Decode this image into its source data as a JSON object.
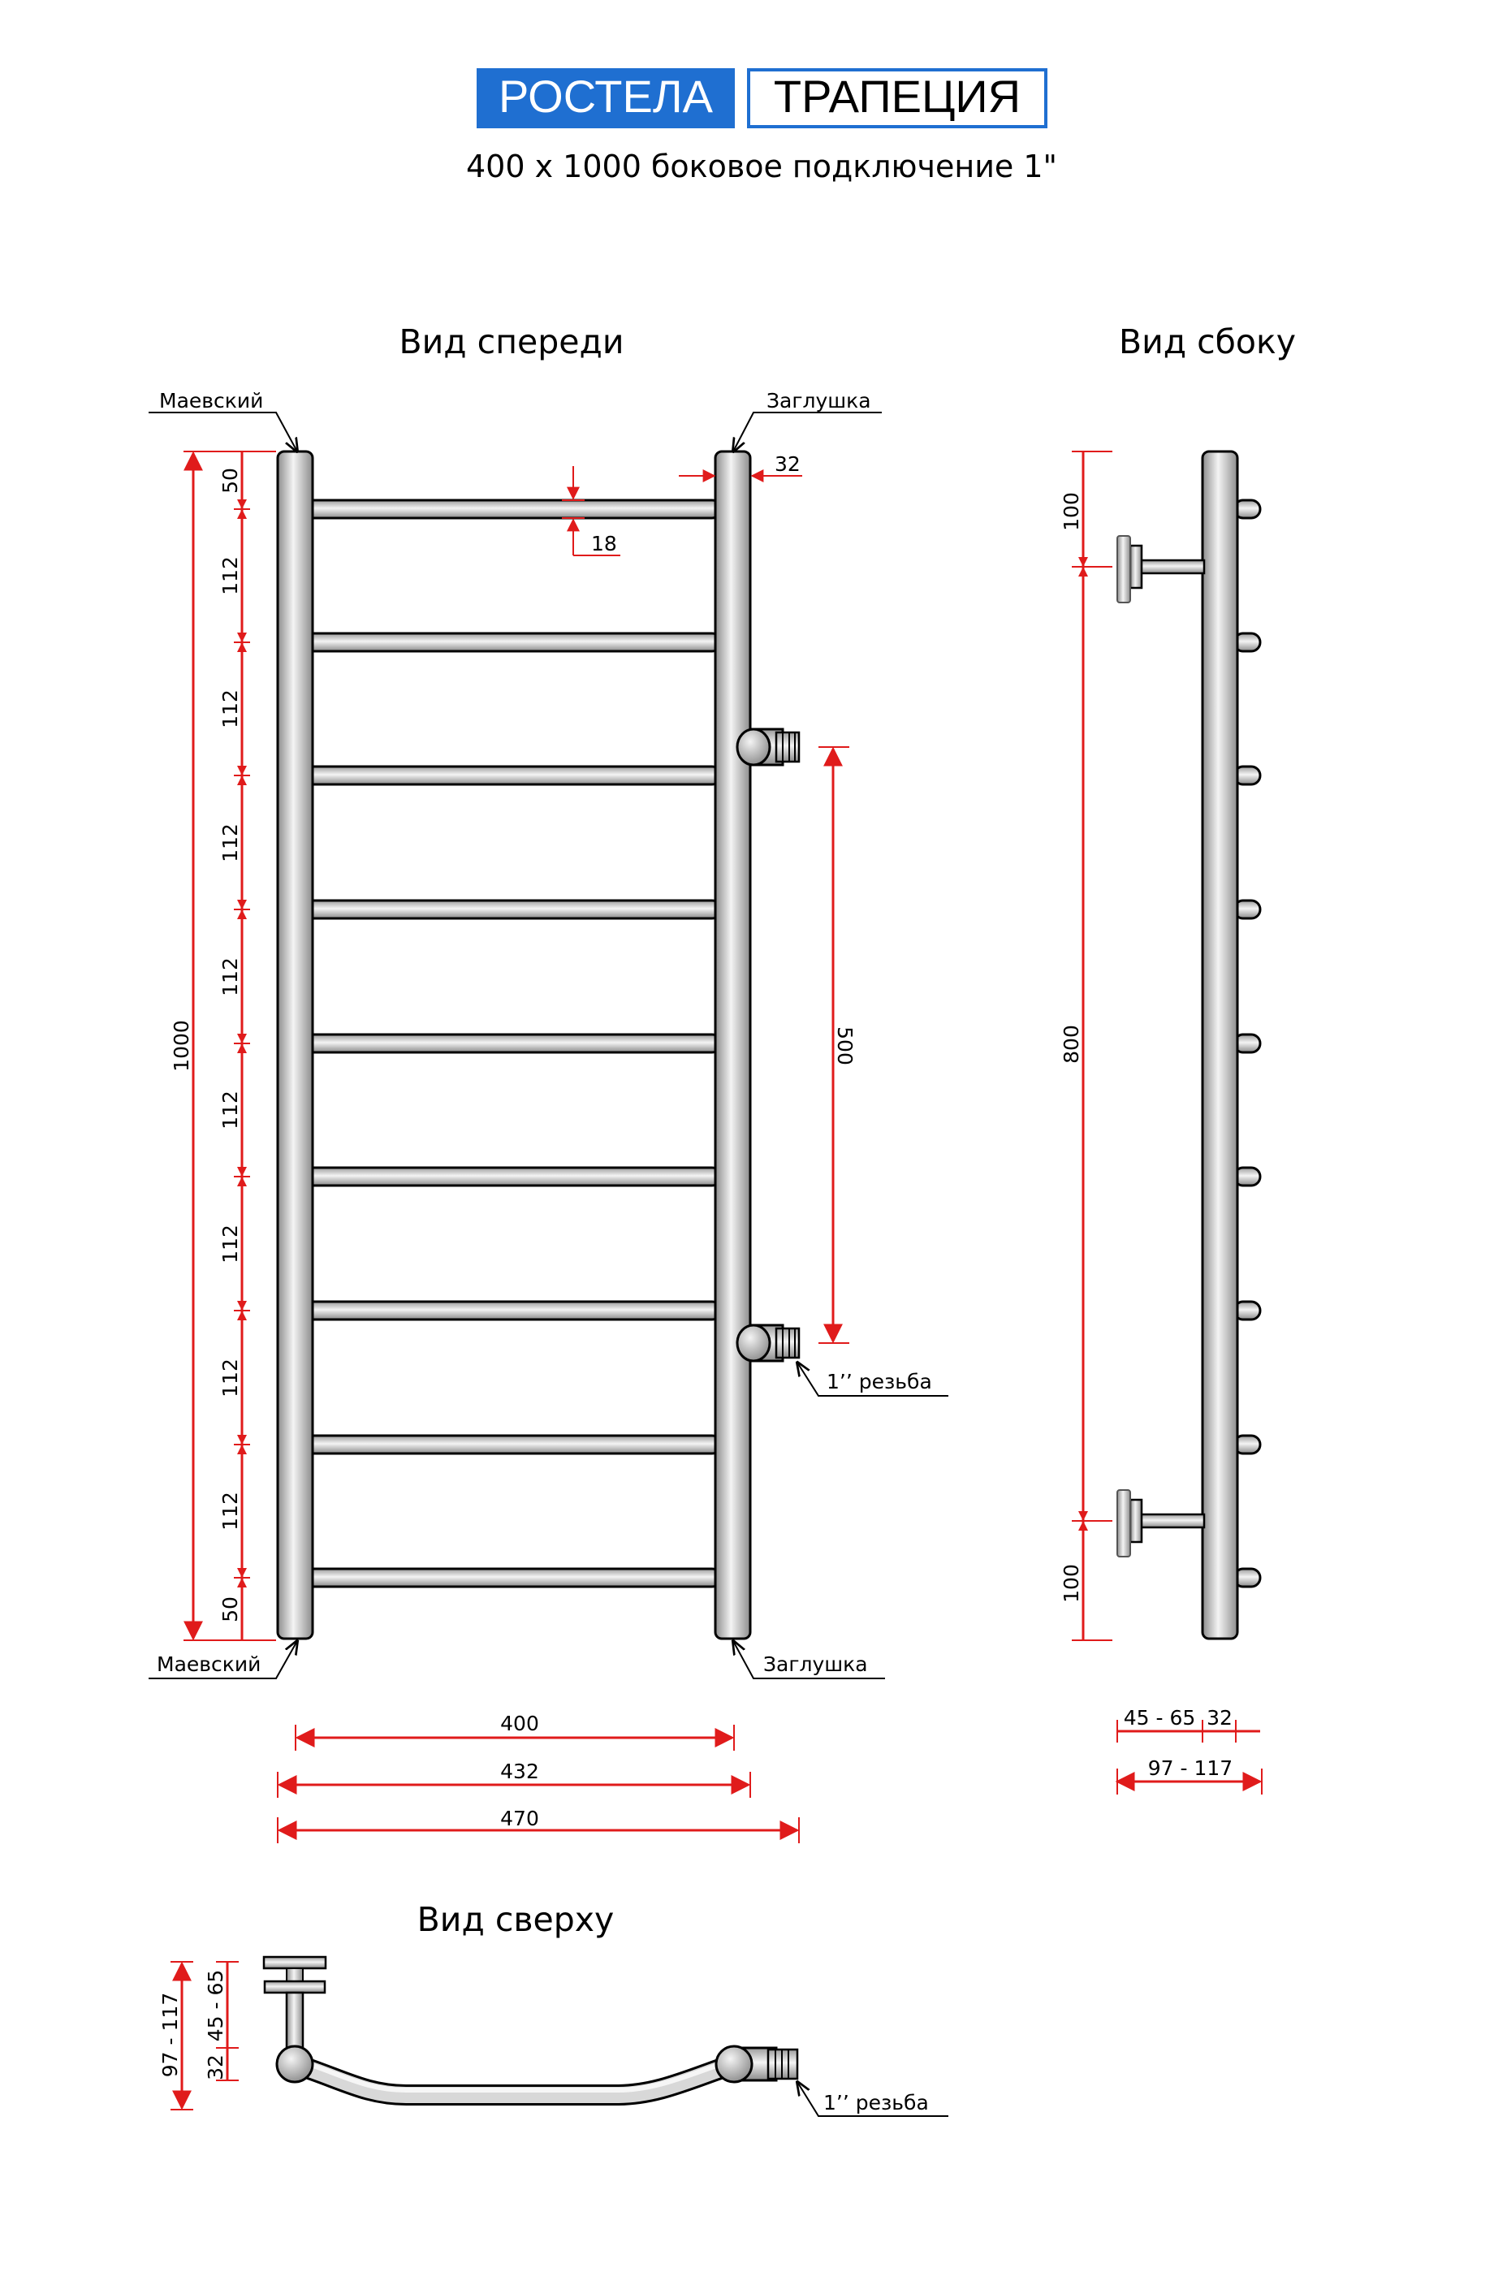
{
  "header": {
    "brand": "РОСТЕЛА",
    "model": "ТРАПЕЦИЯ",
    "subtitle": "400 x 1000 боковое подключение 1\"",
    "brand_color": "#1f6fd1",
    "model_border_color": "#1f6fd1"
  },
  "views": {
    "front": "Вид спереди",
    "side": "Вид сбоку",
    "top": "Вид сверху"
  },
  "callouts": {
    "mayevsky_top": "Маевский",
    "mayevsky_bottom": "Маевский",
    "plug_top": "Заглушка",
    "plug_bottom": "Заглушка",
    "thread_front": "1’’ резьба",
    "thread_top": "1’’ резьба"
  },
  "dimensions": {
    "total_height": "1000",
    "top_margin": "50",
    "bottom_margin": "50",
    "rung_spacing": [
      "112",
      "112",
      "112",
      "112",
      "112",
      "112",
      "112",
      "112"
    ],
    "pipe_diameter": "32",
    "rung_diameter": "18",
    "connection_spacing": "500",
    "width_axis": "400",
    "width_outer": "432",
    "width_total": "470",
    "side_top": "100",
    "side_middle": "800",
    "side_bottom": "100",
    "side_offset": "45 - 65",
    "side_pipe": "32",
    "side_depth": "97 - 117",
    "top_depth": "97 - 117",
    "top_pipe": "32",
    "top_offset": "45 - 65"
  },
  "colors": {
    "dimension_line": "#e01b1b",
    "outline": "#000000",
    "metal_light": "#f4f4f4",
    "metal_dark": "#8c8c8c"
  }
}
